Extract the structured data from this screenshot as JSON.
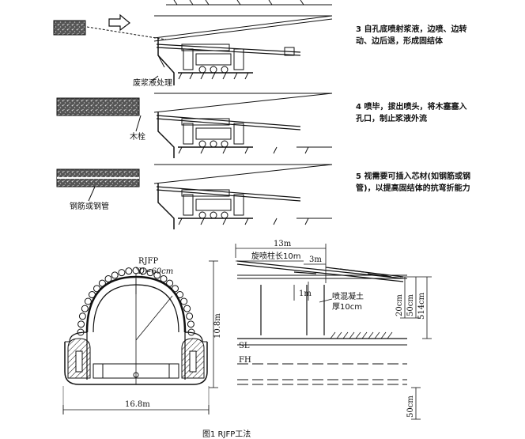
{
  "steps": [
    {
      "number": "3",
      "text": "自孔底喷射浆液，边喷、边转动、边后退，形成固结体",
      "callout": "废浆液处理"
    },
    {
      "number": "4",
      "text": "喷毕，拔出喷头，将木塞塞入孔口，制止浆液外流",
      "callout": "木栓"
    },
    {
      "number": "5",
      "text": "视需要可插入芯材(如钢筋或钢管)，以提高固结体的抗弯折能力",
      "callout": "钢筋或钢管"
    }
  ],
  "section": {
    "name_label": "RJFP",
    "diameter_label": "D=60cm",
    "height_label": "10.8m",
    "width_label": "16.8m"
  },
  "profile": {
    "total_length": "13m",
    "column_length": "旋喷柱长10m",
    "overlap": "3m",
    "offset": "1m",
    "shotcrete": "喷混凝土",
    "shotcrete_thickness": "厚10cm",
    "dim_20": "20cm",
    "dim_50": "50cm",
    "dim_514": "514cm",
    "dim_50_bottom": "50cm",
    "sl_label": "SL",
    "fh_label": "FH"
  },
  "caption": "图1  RJFP工法"
}
